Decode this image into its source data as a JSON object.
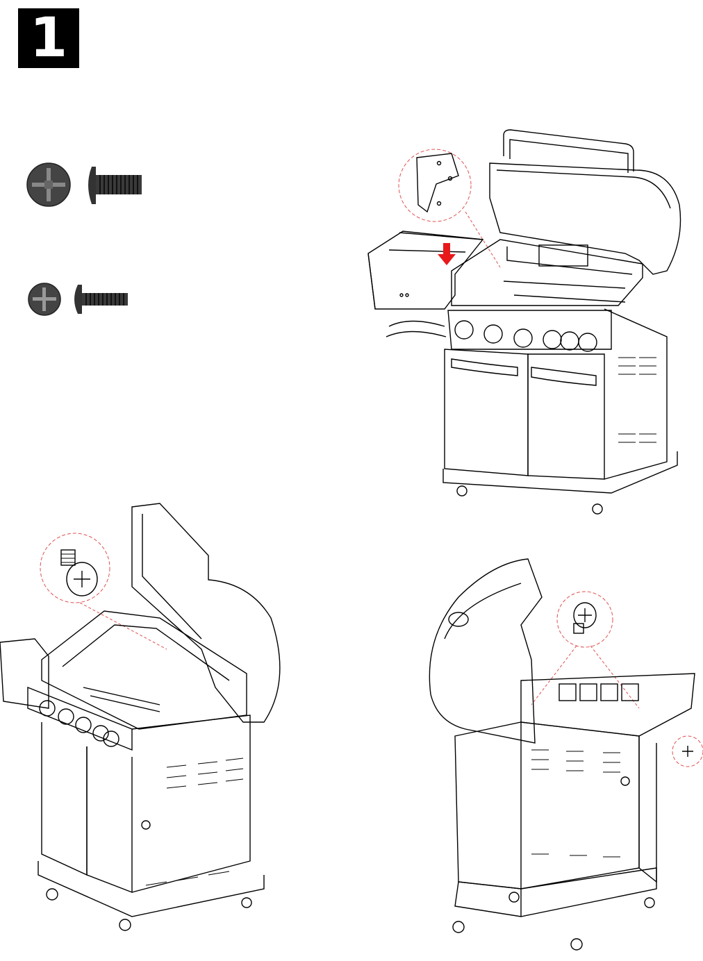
{
  "step": {
    "number": "1"
  },
  "hardware": [
    {
      "name": "large-screw",
      "icon": "phillips-bolt-icon"
    },
    {
      "name": "small-screw",
      "icon": "phillips-screw-icon"
    }
  ],
  "figures": [
    {
      "name": "front-view-side-shelf-install",
      "icon": "grill-front-view"
    },
    {
      "name": "left-angle-view",
      "icon": "grill-left-angle-view"
    },
    {
      "name": "rear-view",
      "icon": "grill-rear-view"
    }
  ],
  "colors": {
    "ink": "#000000",
    "arrow": "#e8191b",
    "callout": "#e05050",
    "part_fill": "#444444"
  }
}
